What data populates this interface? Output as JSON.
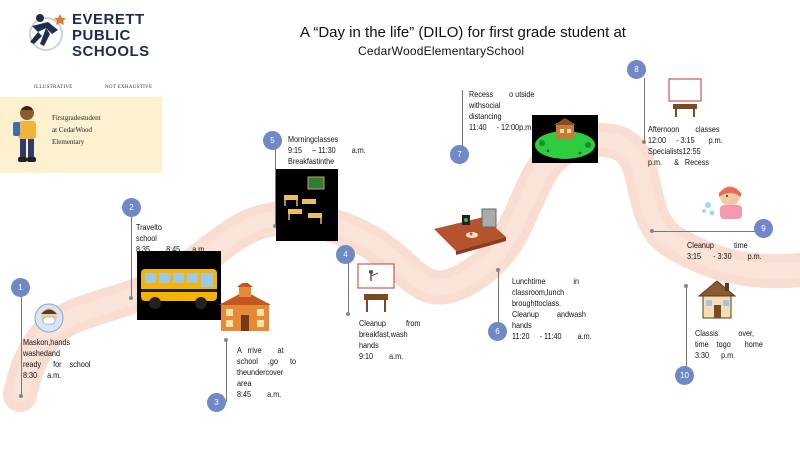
{
  "header": {
    "title_line1": "A “Day in the life” (DILO) for first grade student at",
    "title_line2": "CedarWoodElementarySchool"
  },
  "logo": {
    "line1": "EVERETT",
    "line2": "PUBLIC",
    "line3": "SCHOOLS"
  },
  "labels": {
    "illustrative": "ILLUSTRATIVE",
    "not_exhaustive": "NOT EXHAUSTIVE"
  },
  "student_card": {
    "line1": "Firstgradestudent",
    "line2": "at CedarWood",
    "line3": "Elementary"
  },
  "steps": [
    {
      "num": "1",
      "text": "Maskon,hands\nwashedand\nready      for    school\n8:30     a.m."
    },
    {
      "num": "2",
      "text": "Travelto\nschool\n8:35        8:45      a.m."
    },
    {
      "num": "3",
      "text": "A   rrive        at\nschool     ,go      to\ntheundercover\narea\n8:45        a.m."
    },
    {
      "num": "4",
      "text": "Cleanup          from\nbreakfast,wash\nhands\n9:10        a.m."
    },
    {
      "num": "5",
      "text": "Morningclasses\n9:15     – 11:30        a.m.\nBreakfastinthe"
    },
    {
      "num": "6",
      "text": "Lunchtime              in\nclassroom,lunch\nbroughttoclass.\nCleanup         andwash\nhands\n11:20     - 11:40        a.m."
    },
    {
      "num": "7",
      "text": "Recess        o utside\nwithsocial\ndistancing\n11:40     - 12:00p.m."
    },
    {
      "num": "8",
      "text": "Afternoon        classes\n12:00     - 3:15       p.m.\nSpecialists12:55\np.m.      &   Recess"
    },
    {
      "num": "9",
      "text": "Cleanup          time\n3:15      - 3:30        p.m."
    },
    {
      "num": "10",
      "text": "Classis          over,\ntime    togo       home\n3:30      p.m."
    }
  ],
  "colors": {
    "path": "#f8ddd0",
    "marker": "#6f89c6",
    "card": "#fdf0cf",
    "logo_navy": "#1e2d4f",
    "logo_orange": "#e8772e"
  }
}
